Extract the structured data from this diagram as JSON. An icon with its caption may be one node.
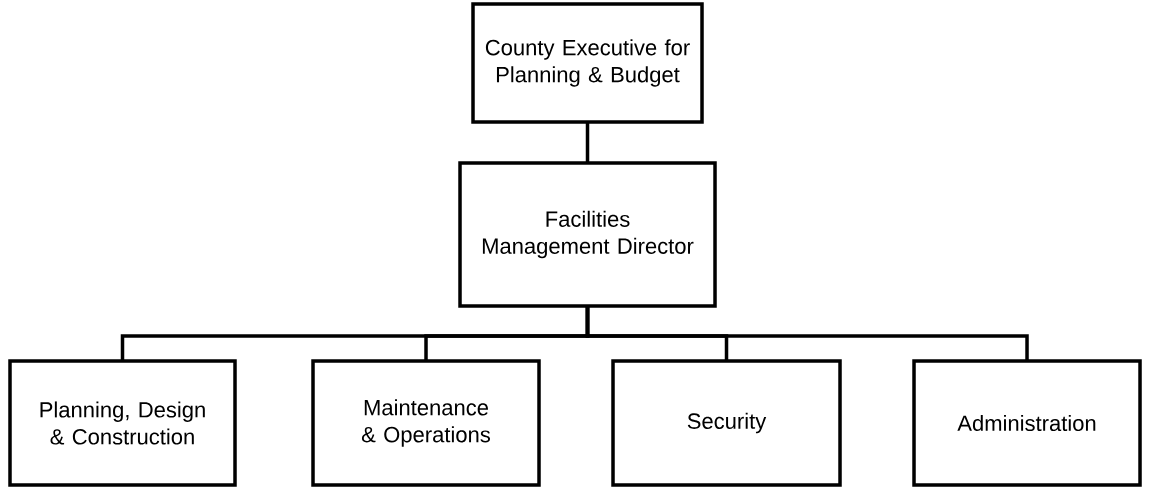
{
  "diagram": {
    "nodes": [
      {
        "text": [
          "County Executive for Planning & Budget"
        ]
      },
      {
        "text": [
          "Facilities Management Director"
        ]
      },
      {
        "text": [
          "Planning, Design & Construction"
        ]
      },
      {
        "text": [
          "Maintenance & Operations"
        ]
      },
      {
        "text": [
          "Security"
        ]
      },
      {
        "text": [
          "Administration"
        ]
      }
    ],
    "edges": [
      {
        "from": 0,
        "to": 1,
        "arrow": "none"
      },
      {
        "from": 1,
        "to": 2,
        "arrow": "none"
      },
      {
        "from": 1,
        "to": 3,
        "arrow": "none"
      },
      {
        "from": 1,
        "to": 4,
        "arrow": "none"
      },
      {
        "from": 1,
        "to": 5,
        "arrow": "none"
      }
    ]
  }
}
